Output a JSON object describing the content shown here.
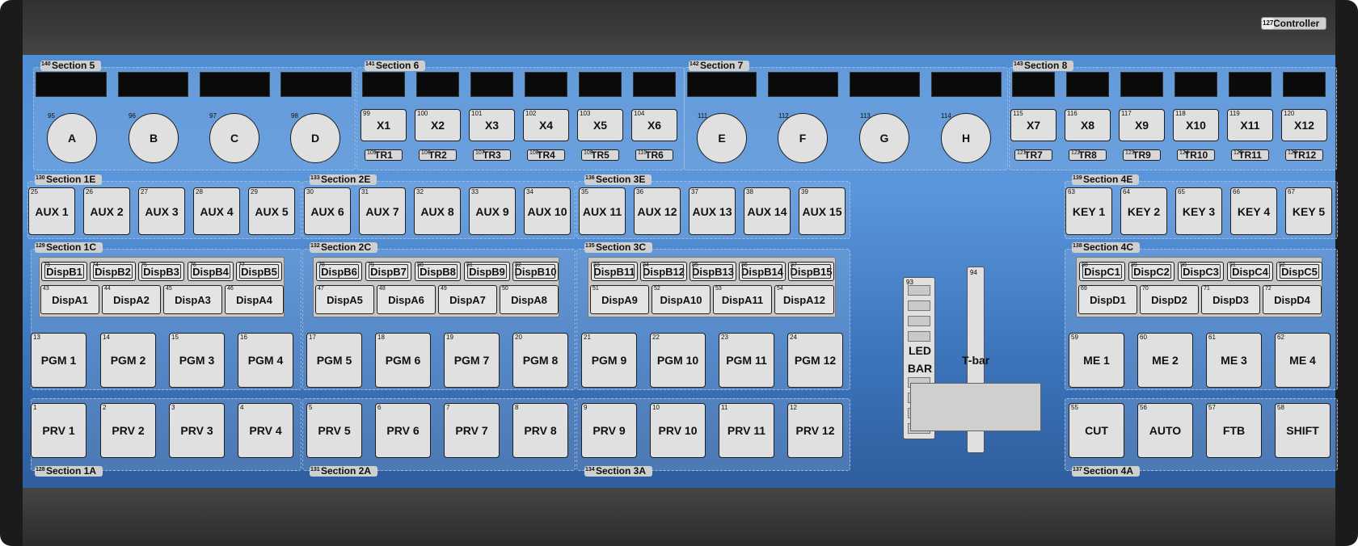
{
  "controller": {
    "number": "127",
    "label": "Controller"
  },
  "sections": {
    "s5": {
      "number": "140",
      "label": "Section 5"
    },
    "s6": {
      "number": "141",
      "label": "Section 6"
    },
    "s7": {
      "number": "142",
      "label": "Section 7"
    },
    "s8": {
      "number": "143",
      "label": "Section 8"
    },
    "s1e": {
      "number": "130",
      "label": "Section 1E"
    },
    "s2e": {
      "number": "133",
      "label": "Section 2E"
    },
    "s3e": {
      "number": "136",
      "label": "Section 3E"
    },
    "s4e": {
      "number": "139",
      "label": "Section 4E"
    },
    "s1c": {
      "number": "129",
      "label": "Section 1C"
    },
    "s2c": {
      "number": "132",
      "label": "Section 2C"
    },
    "s3c": {
      "number": "135",
      "label": "Section 3C"
    },
    "s4c": {
      "number": "138",
      "label": "Section 4C"
    },
    "s1a": {
      "number": "128",
      "label": "Section 1A"
    },
    "s2a": {
      "number": "131",
      "label": "Section 2A"
    },
    "s3a": {
      "number": "134",
      "label": "Section 3A"
    },
    "s4a": {
      "number": "137",
      "label": "Section 4A"
    }
  },
  "knobs": [
    {
      "number": "95",
      "label": "A"
    },
    {
      "number": "96",
      "label": "B"
    },
    {
      "number": "97",
      "label": "C"
    },
    {
      "number": "98",
      "label": "D"
    },
    {
      "number": "111",
      "label": "E"
    },
    {
      "number": "112",
      "label": "F"
    },
    {
      "number": "113",
      "label": "G"
    },
    {
      "number": "114",
      "label": "H"
    }
  ],
  "x_buttons": [
    {
      "number": "99",
      "label": "X1"
    },
    {
      "number": "100",
      "label": "X2"
    },
    {
      "number": "101",
      "label": "X3"
    },
    {
      "number": "102",
      "label": "X4"
    },
    {
      "number": "103",
      "label": "X5"
    },
    {
      "number": "104",
      "label": "X6"
    },
    {
      "number": "115",
      "label": "X7"
    },
    {
      "number": "116",
      "label": "X8"
    },
    {
      "number": "117",
      "label": "X9"
    },
    {
      "number": "118",
      "label": "X10"
    },
    {
      "number": "119",
      "label": "X11"
    },
    {
      "number": "120",
      "label": "X12"
    }
  ],
  "tr_buttons": [
    {
      "number": "105",
      "label": "TR1"
    },
    {
      "number": "106",
      "label": "TR2"
    },
    {
      "number": "107",
      "label": "TR3"
    },
    {
      "number": "108",
      "label": "TR4"
    },
    {
      "number": "109",
      "label": "TR5"
    },
    {
      "number": "110",
      "label": "TR6"
    },
    {
      "number": "121",
      "label": "TR7"
    },
    {
      "number": "122",
      "label": "TR8"
    },
    {
      "number": "123",
      "label": "TR9"
    },
    {
      "number": "124",
      "label": "TR10"
    },
    {
      "number": "125",
      "label": "TR11"
    },
    {
      "number": "126",
      "label": "TR12"
    }
  ],
  "aux_buttons": [
    {
      "number": "25",
      "label": "AUX 1"
    },
    {
      "number": "26",
      "label": "AUX 2"
    },
    {
      "number": "27",
      "label": "AUX 3"
    },
    {
      "number": "28",
      "label": "AUX 4"
    },
    {
      "number": "29",
      "label": "AUX 5"
    },
    {
      "number": "30",
      "label": "AUX 6"
    },
    {
      "number": "31",
      "label": "AUX 7"
    },
    {
      "number": "32",
      "label": "AUX 8"
    },
    {
      "number": "33",
      "label": "AUX 9"
    },
    {
      "number": "34",
      "label": "AUX 10"
    },
    {
      "number": "35",
      "label": "AUX 11"
    },
    {
      "number": "36",
      "label": "AUX 12"
    },
    {
      "number": "37",
      "label": "AUX 13"
    },
    {
      "number": "38",
      "label": "AUX 14"
    },
    {
      "number": "39",
      "label": "AUX 15"
    }
  ],
  "key_buttons": [
    {
      "number": "63",
      "label": "KEY 1"
    },
    {
      "number": "64",
      "label": "KEY 2"
    },
    {
      "number": "65",
      "label": "KEY 3"
    },
    {
      "number": "66",
      "label": "KEY 4"
    },
    {
      "number": "67",
      "label": "KEY 5"
    }
  ],
  "dispb": [
    {
      "number": "73",
      "label": "DispB1"
    },
    {
      "number": "74",
      "label": "DispB2"
    },
    {
      "number": "75",
      "label": "DispB3"
    },
    {
      "number": "76",
      "label": "DispB4"
    },
    {
      "number": "77",
      "label": "DispB5"
    },
    {
      "number": "78",
      "label": "DispB6"
    },
    {
      "number": "79",
      "label": "DispB7"
    },
    {
      "number": "80",
      "label": "DispB8"
    },
    {
      "number": "81",
      "label": "DispB9"
    },
    {
      "number": "82",
      "label": "DispB10"
    },
    {
      "number": "83",
      "label": "DispB11"
    },
    {
      "number": "84",
      "label": "DispB12"
    },
    {
      "number": "85",
      "label": "DispB13"
    },
    {
      "number": "86",
      "label": "DispB14"
    },
    {
      "number": "87",
      "label": "DispB15"
    }
  ],
  "dispc": [
    {
      "number": "88",
      "label": "DispC1"
    },
    {
      "number": "89",
      "label": "DispC2"
    },
    {
      "number": "90",
      "label": "DispC3"
    },
    {
      "number": "91",
      "label": "DispC4"
    },
    {
      "number": "92",
      "label": "DispC5"
    }
  ],
  "dispa": [
    {
      "number": "43",
      "label": "DispA1"
    },
    {
      "number": "44",
      "label": "DispA2"
    },
    {
      "number": "45",
      "label": "DispA3"
    },
    {
      "number": "46",
      "label": "DispA4"
    },
    {
      "number": "47",
      "label": "DispA5"
    },
    {
      "number": "48",
      "label": "DispA6"
    },
    {
      "number": "49",
      "label": "DispA7"
    },
    {
      "number": "50",
      "label": "DispA8"
    },
    {
      "number": "51",
      "label": "DispA9"
    },
    {
      "number": "52",
      "label": "DispA10"
    },
    {
      "number": "53",
      "label": "DispA11"
    },
    {
      "number": "54",
      "label": "DispA12"
    }
  ],
  "dispd": [
    {
      "number": "69",
      "label": "DispD1"
    },
    {
      "number": "70",
      "label": "DispD2"
    },
    {
      "number": "71",
      "label": "DispD3"
    },
    {
      "number": "72",
      "label": "DispD4"
    }
  ],
  "pgm_buttons": [
    {
      "number": "13",
      "label": "PGM 1"
    },
    {
      "number": "14",
      "label": "PGM 2"
    },
    {
      "number": "15",
      "label": "PGM 3"
    },
    {
      "number": "16",
      "label": "PGM 4"
    },
    {
      "number": "17",
      "label": "PGM 5"
    },
    {
      "number": "18",
      "label": "PGM 6"
    },
    {
      "number": "19",
      "label": "PGM 7"
    },
    {
      "number": "20",
      "label": "PGM 8"
    },
    {
      "number": "21",
      "label": "PGM 9"
    },
    {
      "number": "22",
      "label": "PGM 10"
    },
    {
      "number": "23",
      "label": "PGM 11"
    },
    {
      "number": "24",
      "label": "PGM 12"
    }
  ],
  "me_buttons": [
    {
      "number": "59",
      "label": "ME 1"
    },
    {
      "number": "60",
      "label": "ME 2"
    },
    {
      "number": "61",
      "label": "ME 3"
    },
    {
      "number": "62",
      "label": "ME 4"
    }
  ],
  "prv_buttons": [
    {
      "number": "1",
      "label": "PRV 1"
    },
    {
      "number": "2",
      "label": "PRV 2"
    },
    {
      "number": "3",
      "label": "PRV 3"
    },
    {
      "number": "4",
      "label": "PRV 4"
    },
    {
      "number": "5",
      "label": "PRV 5"
    },
    {
      "number": "6",
      "label": "PRV 6"
    },
    {
      "number": "7",
      "label": "PRV 7"
    },
    {
      "number": "8",
      "label": "PRV 8"
    },
    {
      "number": "9",
      "label": "PRV 9"
    },
    {
      "number": "10",
      "label": "PRV 10"
    },
    {
      "number": "11",
      "label": "PRV 11"
    },
    {
      "number": "12",
      "label": "PRV 12"
    }
  ],
  "transition_buttons": [
    {
      "number": "55",
      "label": "CUT"
    },
    {
      "number": "56",
      "label": "AUTO"
    },
    {
      "number": "57",
      "label": "FTB"
    },
    {
      "number": "58",
      "label": "SHIFT"
    }
  ],
  "led_bar": {
    "number": "93",
    "label_line1": "LED",
    "label_line2": "BAR"
  },
  "tbar": {
    "number": "94",
    "label": "T-bar"
  }
}
